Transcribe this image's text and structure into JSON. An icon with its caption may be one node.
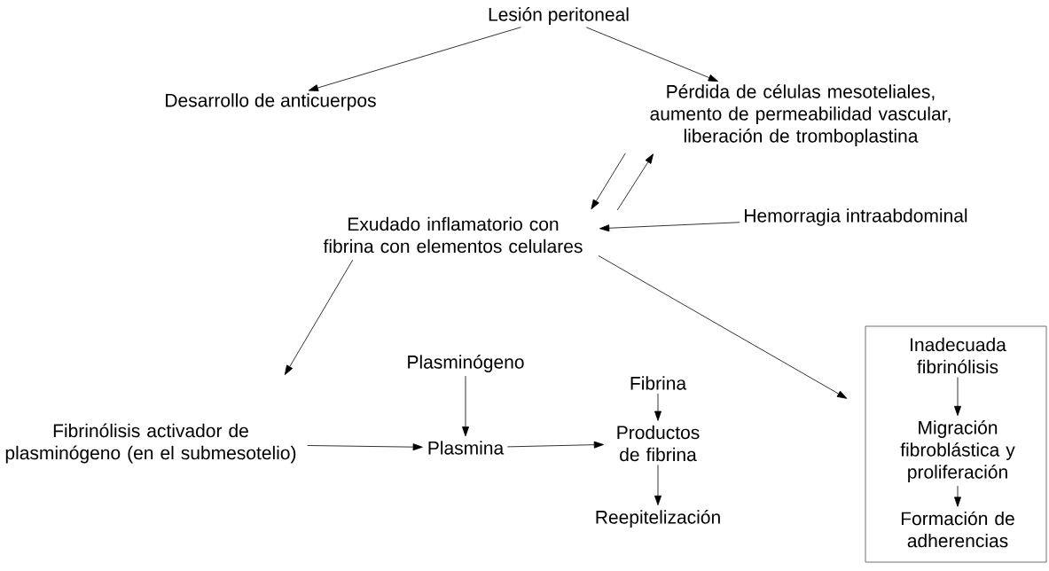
{
  "diagram": {
    "nodes": [
      {
        "text": [
          "Lesión peritoneal"
        ]
      },
      {
        "text": [
          "Desarrollo de anticuerpos"
        ]
      },
      {
        "text": [
          "Pérdida de células mesoteliales, aumento de permeabilidad vascular, liberación de tromboplastina"
        ]
      },
      {
        "text": [
          "Exudado inflamatorio con fibrina con elementos celulares"
        ]
      },
      {
        "text": [
          "Hemorragia intraabdominal"
        ]
      },
      {
        "text": [
          "Fibrinólisis activador de plasminógeno (en el submesotelio)"
        ]
      },
      {
        "text": [
          "Plasminógeno"
        ]
      },
      {
        "text": [
          "Plasmina"
        ]
      },
      {
        "text": [
          "Fibrina"
        ]
      },
      {
        "text": [
          "Productos de fibrina"
        ]
      },
      {
        "text": [
          "Reepitelización"
        ]
      },
      {
        "text": [],
        "shape": "box"
      },
      {
        "text": [
          "Inadecuada fibrinólisis"
        ],
        "in": 11
      },
      {
        "text": [
          "Migración fibroblástica y proliferación"
        ],
        "in": 11
      },
      {
        "text": [
          "Formación de adherencias"
        ],
        "in": 11
      }
    ],
    "edges": [
      {
        "from": 0,
        "to": 1,
        "arrow": "to"
      },
      {
        "from": 0,
        "to": 2,
        "arrow": "to"
      },
      {
        "from": 2,
        "to": 3,
        "arrow": "to"
      },
      {
        "from": 3,
        "to": 2,
        "arrow": "to"
      },
      {
        "from": 4,
        "to": 3,
        "arrow": "to"
      },
      {
        "from": 3,
        "to": 5,
        "arrow": "to"
      },
      {
        "from": 3,
        "to": 11,
        "arrow": "to"
      },
      {
        "from": 5,
        "to": 7,
        "arrow": "to"
      },
      {
        "from": 6,
        "to": 7,
        "arrow": "to"
      },
      {
        "from": 7,
        "to": 9,
        "arrow": "to"
      },
      {
        "from": 8,
        "to": 9,
        "arrow": "to"
      },
      {
        "from": 9,
        "to": 10,
        "arrow": "to"
      },
      {
        "from": 12,
        "to": 13,
        "arrow": "to"
      },
      {
        "from": 13,
        "to": 14,
        "arrow": "to"
      }
    ]
  }
}
